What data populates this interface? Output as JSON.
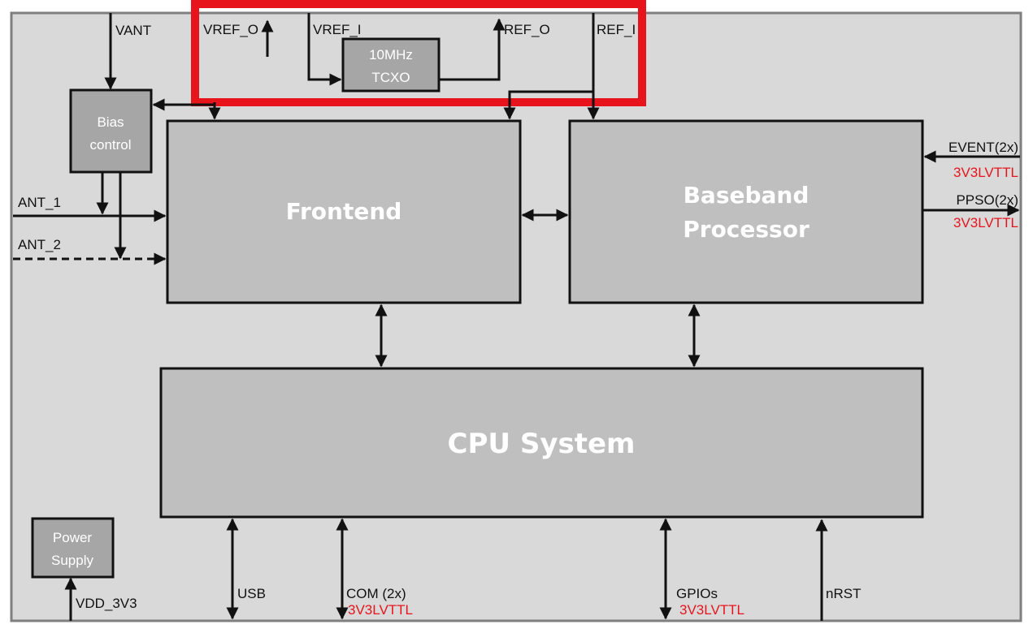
{
  "colors": {
    "board_fill": "#d9d9d9",
    "board_stroke": "#7f7f7f",
    "block_fill": "#bfbfbf",
    "small_block_fill": "#a6a6a6",
    "line": "#111111",
    "signal_level": "#e8141c",
    "highlight": "#e8141c"
  },
  "blocks": {
    "frontend": "Frontend",
    "baseband_line1": "Baseband",
    "baseband_line2": "Processor",
    "cpu": "CPU System",
    "bias_line1": "Bias",
    "bias_line2": "control",
    "power_line1": "Power",
    "power_line2": "Supply",
    "tcxo_line1": "10MHz",
    "tcxo_line2": "TCXO"
  },
  "signals": {
    "vant": "VANT",
    "vref_o": "VREF_O",
    "vref_i": "VREF_I",
    "ref_o": "REF_O",
    "ref_i": "REF_I",
    "ant_1": "ANT_1",
    "ant_2": "ANT_2",
    "event": "EVENT(2x)",
    "ppso": "PPSO(2x)",
    "usb": "USB",
    "com": "COM (2x)",
    "gpios": "GPIOs",
    "nrst": "nRST",
    "vdd": "VDD_3V3",
    "level": "3V3LVTTL"
  }
}
